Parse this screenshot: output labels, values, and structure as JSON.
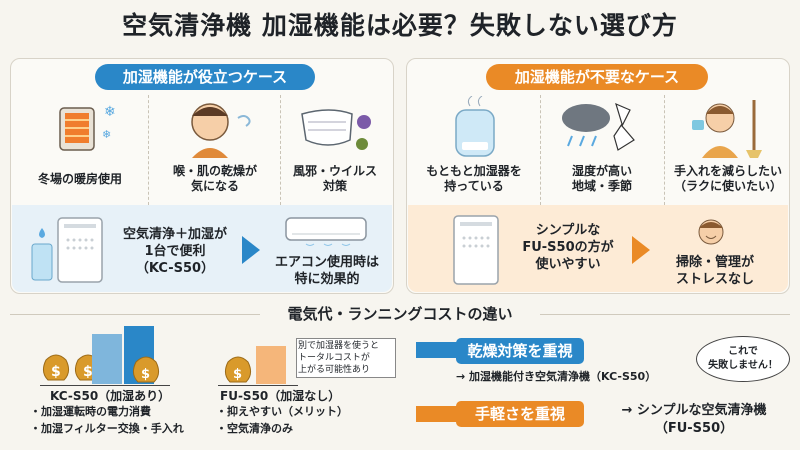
{
  "title": "空気清浄機 加湿機能は必要？失敗しない選び方",
  "left": {
    "header": "加湿機能が役立つケース",
    "cases": [
      "冬場の暖房使用",
      "喉・肌の乾燥が\n気になる",
      "風邪・ウイルス\n対策"
    ],
    "main_text": "空気清浄＋加湿が\n1台で便利\n（KC-S50）",
    "result_text": "エアコン使用時は\n特に効果的"
  },
  "right": {
    "header": "加湿機能が不要なケース",
    "cases": [
      "もともと加湿器を\n持っている",
      "湿度が高い\n地域・季節",
      "手入れを減らしたい\n（ラクに使いたい）"
    ],
    "main_text": "シンプルな\nFU-S50の方が\n使いやすい",
    "result_text": "掃除・管理が\nストレスなし"
  },
  "cost": {
    "header": "電気代・ランニングコストの違い",
    "note": "別で加湿器を使うと\nトータルコストが\n上がる可能性あり",
    "kc_label": "KC-S50（加湿あり）",
    "kc_points": [
      "・加湿運転時の電力消費",
      "・加湿フィルター交換・手入れ"
    ],
    "fu_label": "FU-S50（加湿なし）",
    "fu_points": [
      "・抑えやすい（メリット）",
      "・空気清浄のみ"
    ]
  },
  "choice": {
    "opt1_label": "乾燥対策を重視",
    "opt1_result": "→ 加湿機能付き空気清浄機（KC-S50）",
    "opt2_label": "手軽さを重視",
    "opt2_result": "→ シンプルな空気清浄機\n（FU-S50）",
    "bubble": "これで\n失敗しません！"
  },
  "colors": {
    "blue": "#2a87c8",
    "orange": "#ea8a26",
    "bg": "#f7f5ef"
  }
}
